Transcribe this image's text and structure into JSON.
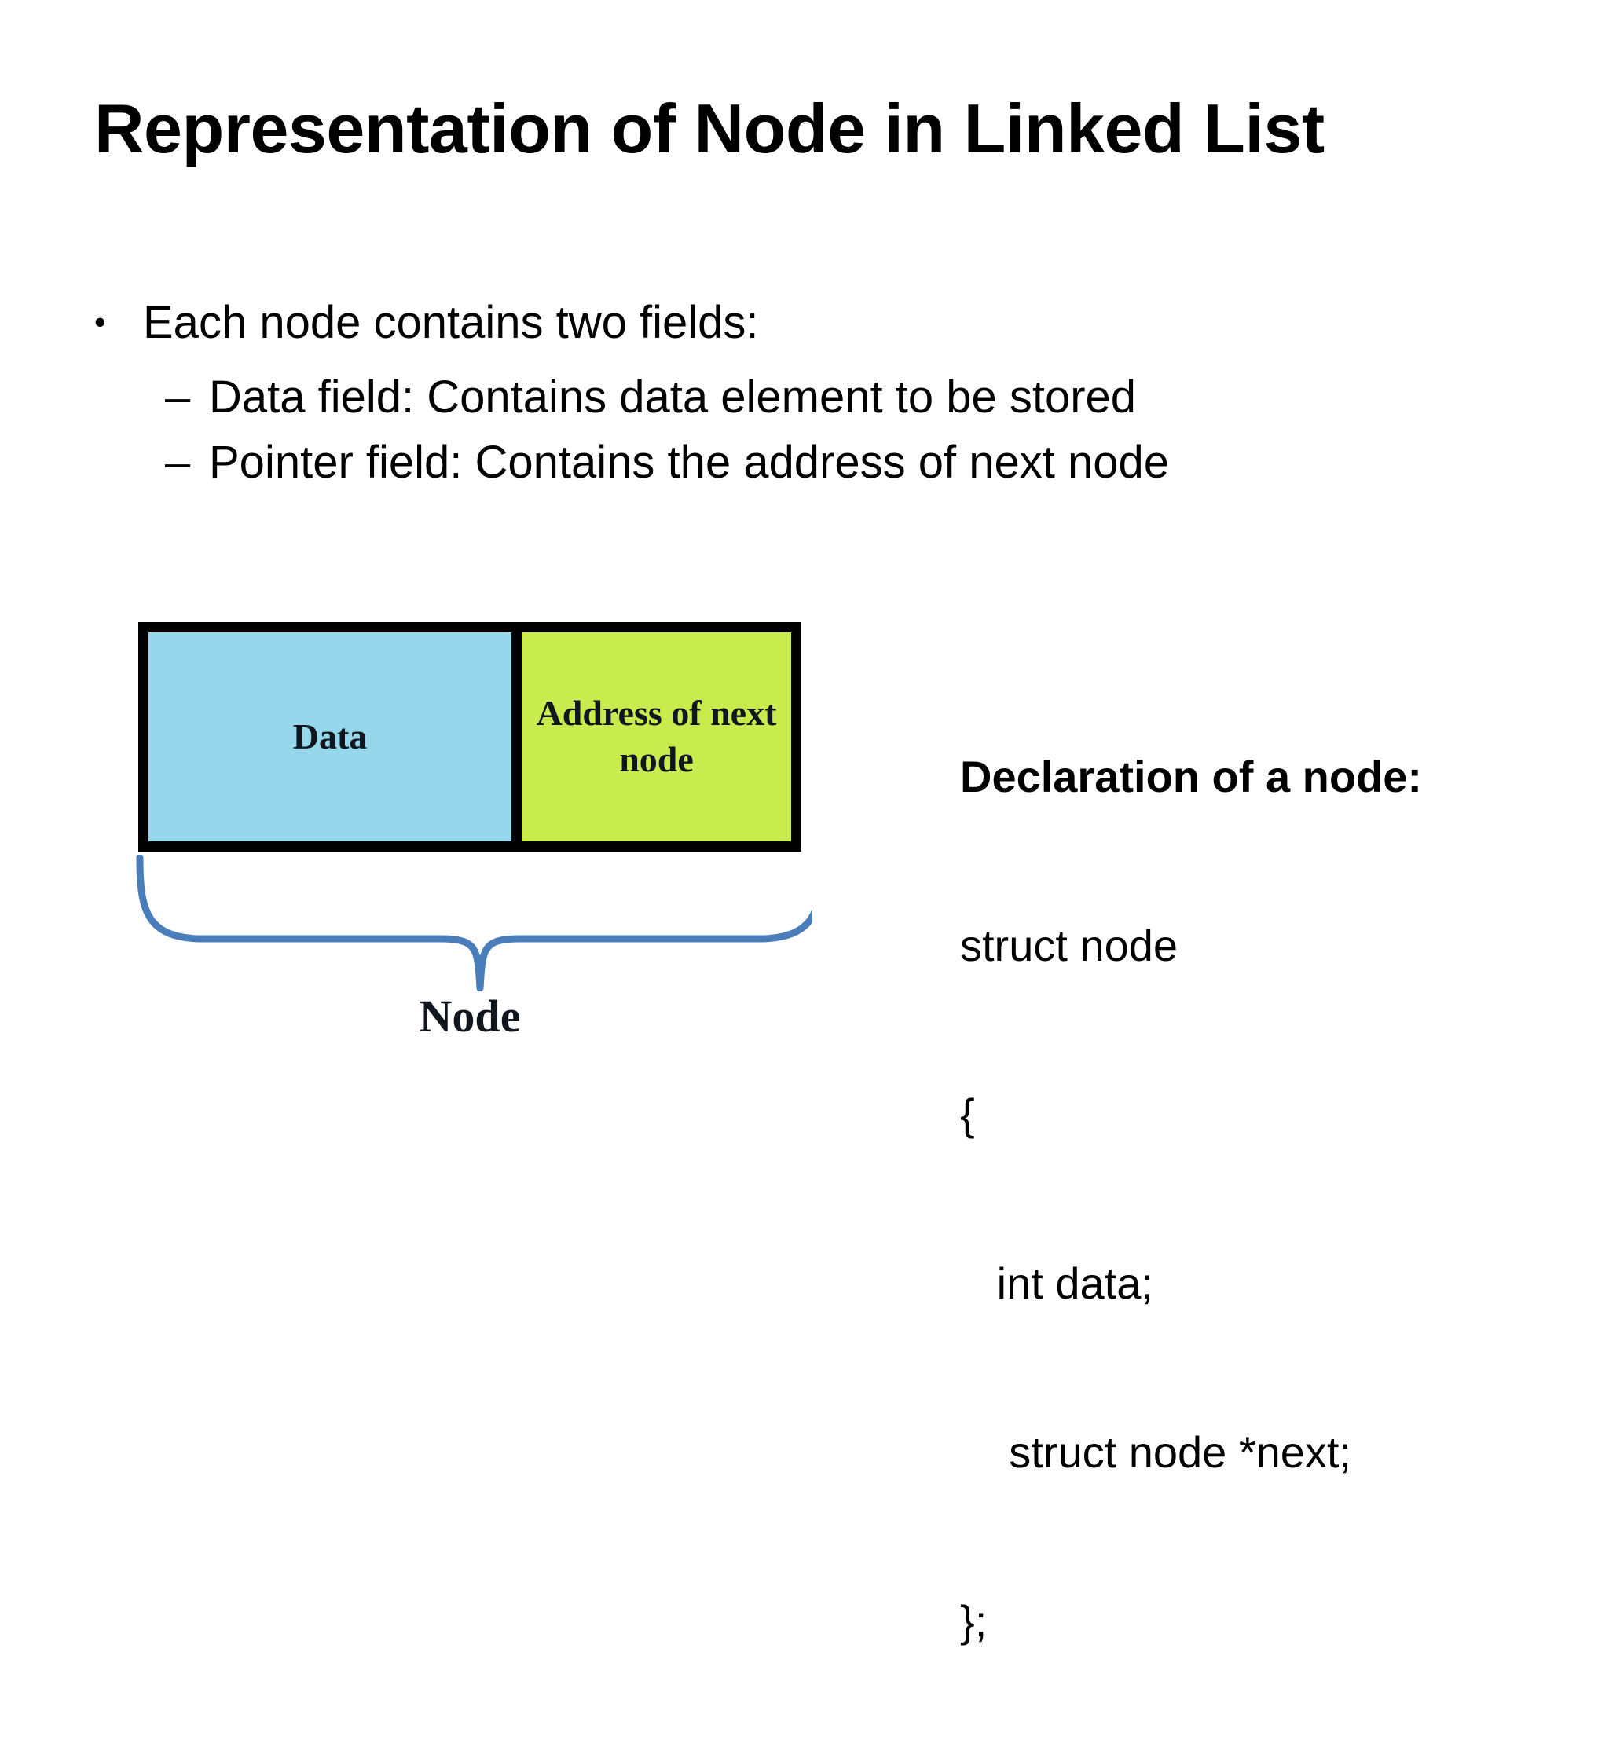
{
  "slide": {
    "title": "Representation of Node in Linked List",
    "background_color": "#ffffff",
    "text_color": "#000000"
  },
  "bullets": [
    {
      "level": 1,
      "marker": "•",
      "text": "Each node contains two fields:"
    },
    {
      "level": 2,
      "marker": "–",
      "text": "Data field: Contains data element to be stored"
    },
    {
      "level": 2,
      "marker": "–",
      "text": "Pointer field: Contains the address of next node"
    }
  ],
  "diagram": {
    "data_cell_label": "Data",
    "address_cell_label": "Address of next node",
    "node_label": "Node",
    "data_cell_color": "#97d7ec",
    "address_cell_color": "#c8ec4e",
    "border_color": "#000000",
    "brace_color": "#4a7ebb"
  },
  "code": {
    "heading": "Declaration of a node:",
    "lines": [
      "struct node",
      "{",
      "   int data;",
      "    struct node *next;",
      "};"
    ]
  }
}
